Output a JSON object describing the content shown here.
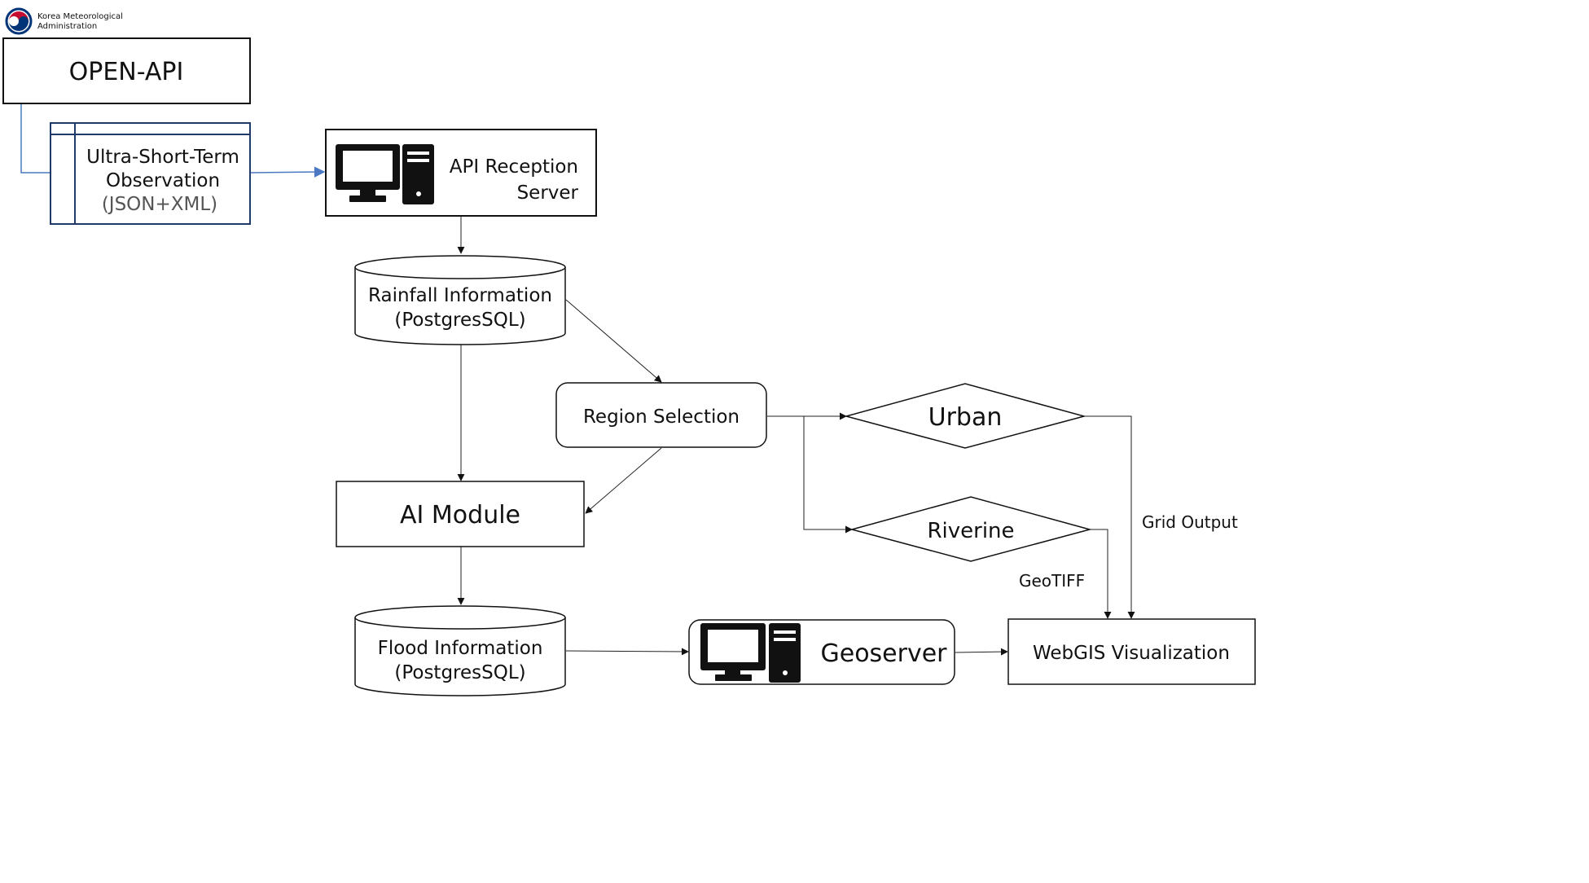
{
  "logo": {
    "line1": "Korea Meteorological",
    "line2": "Administration",
    "icon": "korea-taegeuk-emblem"
  },
  "nodes": {
    "open_api": {
      "label": "OPEN-API"
    },
    "observation": {
      "line1": "Ultra-Short-Term",
      "line2": "Observation",
      "line3": "(JSON+XML)"
    },
    "api_server": {
      "line1": "API Reception",
      "line2": "Server",
      "icon": "computer-icon"
    },
    "rainfall_db": {
      "line1": "Rainfall Information",
      "line2": "(PostgresSQL)"
    },
    "region_selection": {
      "label": "Region Selection"
    },
    "ai_module": {
      "label": "AI Module"
    },
    "urban": {
      "label": "Urban"
    },
    "riverine": {
      "label": "Riverine"
    },
    "flood_db": {
      "line1": "Flood Information",
      "line2": "(PostgresSQL)"
    },
    "geoserver": {
      "label": "Geoserver",
      "icon": "computer-icon"
    },
    "webgis": {
      "label": "WebGIS Visualization"
    }
  },
  "edge_labels": {
    "grid_output": "Grid Output",
    "geotiff": "GeoTIFF"
  },
  "colors": {
    "stroke": "#111111",
    "accent_blue": "#4a78c2",
    "table_border": "#1f3a6a",
    "logo_red": "#c60c30",
    "logo_blue": "#003478"
  }
}
